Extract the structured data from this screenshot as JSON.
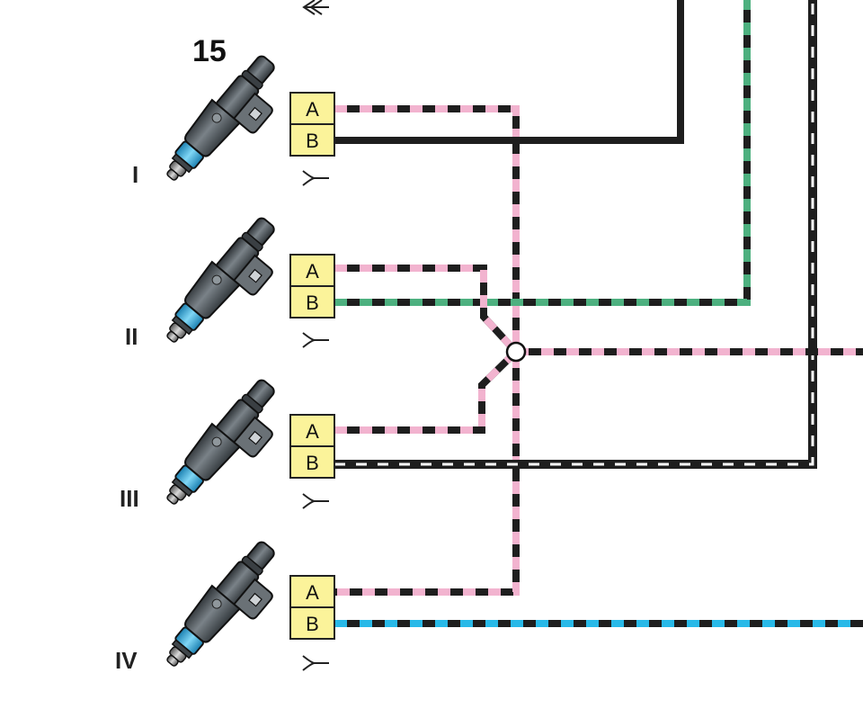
{
  "component_number": "15",
  "injectors": [
    {
      "id": "I",
      "pin_a": "A",
      "pin_b": "B"
    },
    {
      "id": "II",
      "pin_a": "A",
      "pin_b": "B"
    },
    {
      "id": "III",
      "pin_a": "A",
      "pin_b": "B"
    },
    {
      "id": "IV",
      "pin_a": "A",
      "pin_b": "B"
    }
  ],
  "colors": {
    "black": "#1e1e1e",
    "pink": "#f2b3cf",
    "green": "#4db07f",
    "blue": "#28b9e8",
    "white": "#ffffff",
    "connector_fill": "#fbf39a",
    "connector_border": "#222222",
    "injector_body": "#4a5054",
    "injector_blue": "#3ab4e0"
  },
  "symbols": {
    "connector": "plug-connector-icon",
    "top_connector": "double-chevron-connector-icon",
    "splice": "splice-node-icon"
  }
}
